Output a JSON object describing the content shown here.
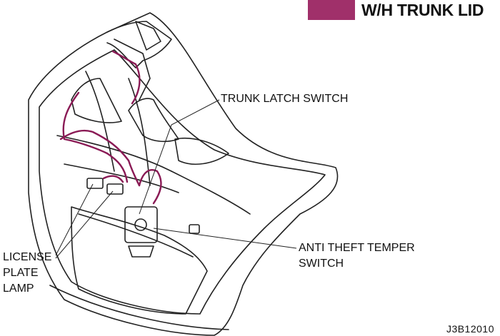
{
  "title": "W/H TRUNK LID",
  "accent_color": "#a0306a",
  "harness_color": "#8a1a55",
  "callouts": {
    "trunk_latch_switch": "TRUNK LATCH SWITCH",
    "anti_theft_line1": "ANTI THEFT TEMPER",
    "anti_theft_line2": "SWITCH",
    "license_line1": "LICENSE",
    "license_line2": "PLATE",
    "license_line3": "LAMP"
  },
  "figure_code": "J3B12010"
}
